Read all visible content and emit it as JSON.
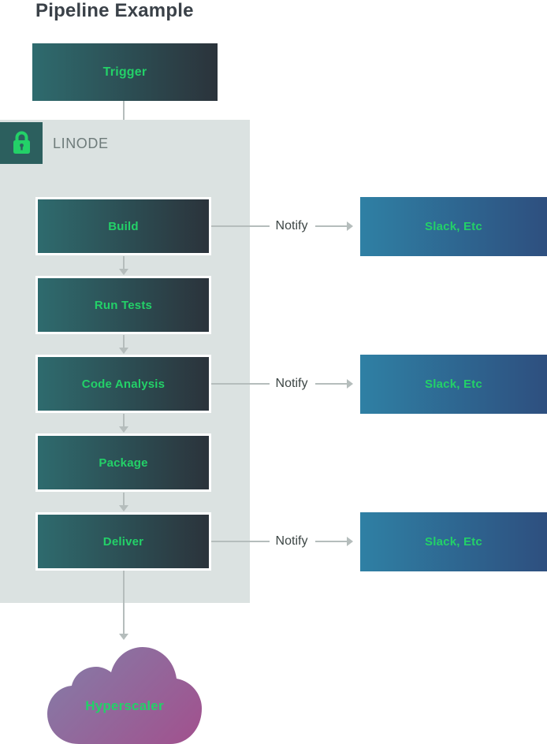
{
  "title": "Pipeline Example",
  "colors": {
    "accent_green": "#23d168",
    "step_gradient_start": "#2e6b6e",
    "step_gradient_end": "#2b333b",
    "notify_gradient_start": "#2f80a4",
    "notify_gradient_end": "#2e4f7f",
    "container_bg": "#dbe2e1",
    "lock_badge_bg": "#2c5f5e",
    "arrow_gray": "#b5bdbc",
    "title_color": "#3a4148",
    "cloud_gradient_start": "#867aa6",
    "cloud_gradient_end": "#a0538f"
  },
  "trigger": {
    "label": "Trigger"
  },
  "provider": {
    "label": "LINODE",
    "icon": "lock-icon"
  },
  "pipeline": {
    "steps": [
      {
        "label": "Build",
        "notify": true
      },
      {
        "label": "Run Tests",
        "notify": false
      },
      {
        "label": "Code Analysis",
        "notify": true
      },
      {
        "label": "Package",
        "notify": false
      },
      {
        "label": "Deliver",
        "notify": true
      }
    ],
    "notify_label": "Notify",
    "notify_target_label": "Slack, Etc"
  },
  "destination": {
    "label": "Hyperscaler"
  }
}
